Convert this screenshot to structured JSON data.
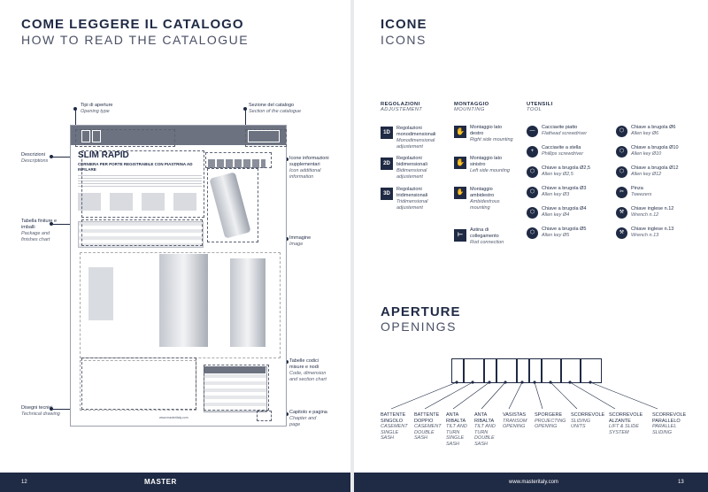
{
  "left": {
    "title": "COME LEGGERE IL CATALOGO",
    "subtitle": "HOW TO READ THE CATALOGUE",
    "labels": {
      "tipi": "Tipi di aperture",
      "tipi_en": "Opening type",
      "sezione": "Sezione del catalogo",
      "sezione_en": "Section of the catalogue",
      "descr": "Descrizioni",
      "descr_en": "Descriptions",
      "icone": "Icone informazioni supplementari",
      "icone_en": "Icon additional information",
      "tabella": "Tabella finiture e imballi",
      "tabella_en": "Package and finishes chart",
      "immagine": "Immagine",
      "immagine_en": "Image",
      "tabelle_codici": "Tabelle codici misure e nodi",
      "tabelle_codici_en": "Code, dimension and section chart",
      "disegni": "Disegni tecnici",
      "disegni_en": "Technical drawing",
      "capitolo": "Capitolo e pagina",
      "capitolo_en": "Chapter and page"
    },
    "catalog": {
      "product": "SLIM RAPID",
      "product_sub": "CERNIERA PER PORTE REGISTRABILE CON PIASTRINA AD INFILARE",
      "website": "www.masteritaly.com"
    },
    "page_number": "12",
    "brand": "MASTER"
  },
  "right": {
    "title": "ICONE",
    "subtitle": "ICONS",
    "col_reg": "REGOLAZIONI",
    "col_reg_en": "ADJUSTEMENT",
    "col_mont": "MONTAGGIO",
    "col_mont_en": "MOUNTING",
    "col_ut": "UTENSILI",
    "col_ut_en": "TOOL",
    "reg": [
      {
        "badge": "1D",
        "it": "Regolazioni monodimensionali",
        "en": "Monodimensional adjustement"
      },
      {
        "badge": "2D",
        "it": "Regolazioni bidimensionali",
        "en": "Bidimensional adjustement"
      },
      {
        "badge": "3D",
        "it": "Regolazioni tridimensionali",
        "en": "Tridimensional adjustement"
      }
    ],
    "mont": [
      {
        "it": "Montaggio lato destro",
        "en": "Right side mounting"
      },
      {
        "it": "Montaggio lato sinistro",
        "en": "Left side mounting"
      },
      {
        "it": "Montaggio ambidestro",
        "en": "Ambidextrous mounting"
      },
      {
        "it": "Astina di collegamento",
        "en": "Rod connection"
      }
    ],
    "tools1": [
      {
        "it": "Cacciavite piatto",
        "en": "Flathead screwdriver"
      },
      {
        "it": "Cacciavite a stella",
        "en": "Phillips screwdriver"
      },
      {
        "it": "Chiave a brugola Ø2,5",
        "en": "Allen key Ø2,5"
      },
      {
        "it": "Chiave a brugola Ø3",
        "en": "Allen key Ø3"
      },
      {
        "it": "Chiave a brugola Ø4",
        "en": "Allen key Ø4"
      },
      {
        "it": "Chiave a brugola Ø5",
        "en": "Allen key Ø5"
      }
    ],
    "tools2": [
      {
        "it": "Chiave a brugola Ø6",
        "en": "Allen key Ø6"
      },
      {
        "it": "Chiave a brugola Ø10",
        "en": "Allen key Ø10"
      },
      {
        "it": "Chiave a brugola Ø12",
        "en": "Allen key Ø12"
      },
      {
        "it": "Pinza",
        "en": "Tweezers"
      },
      {
        "it": "Chiave inglese n.12",
        "en": "Wrench n.12"
      },
      {
        "it": "Chiave inglese n.13",
        "en": "Wrench n.13"
      }
    ],
    "ap_title": "APERTURE",
    "ap_subtitle": "OPENINGS",
    "openings": [
      {
        "it": "BATTENTE SINGOLO",
        "en": "CASEMENT SINGLE SASH"
      },
      {
        "it": "BATTENTE DOPPIO",
        "en": "CASEMENT DOUBLE SASH"
      },
      {
        "it": "ANTA RIBALTA",
        "en": "TILT AND TURN SINGLE SASH"
      },
      {
        "it": "ANTA RIBALTA",
        "en": "TILT AND TURN DOUBLE SASH"
      },
      {
        "it": "VASISTAS",
        "en": "TRANSOM OPENING"
      },
      {
        "it": "SPORGERE",
        "en": "PROJECTING OPENING"
      },
      {
        "it": "SCORREVOLE",
        "en": "SLIDING UNITS"
      },
      {
        "it": "SCORREVOLE ALZANTE",
        "en": "LIFT & SLIDE SYSTEM"
      },
      {
        "it": "SCORREVOLE PARALLELO",
        "en": "PARALLEL SLIDING"
      }
    ],
    "website": "www.masteritaly.com",
    "page_number": "13"
  }
}
